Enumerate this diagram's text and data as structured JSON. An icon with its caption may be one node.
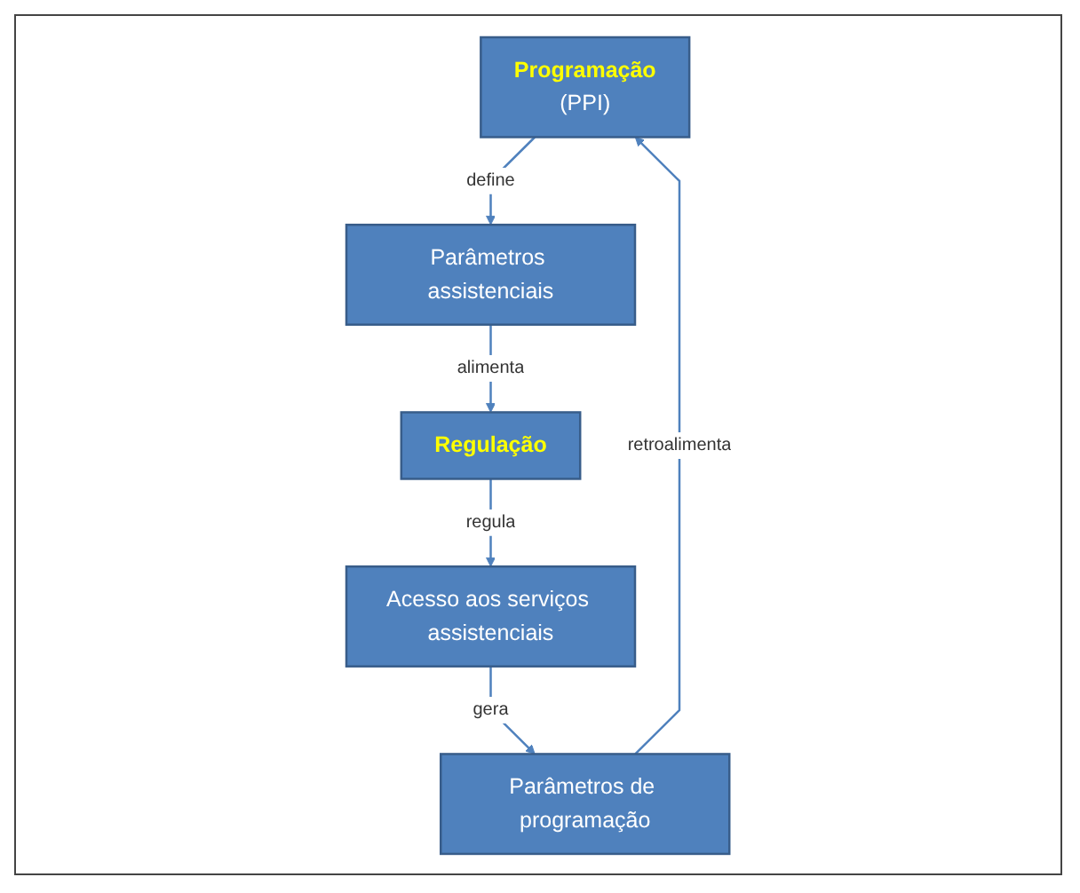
{
  "diagram": {
    "nodes": [
      {
        "text": [
          "Programação",
          "(PPI)"
        ]
      },
      {
        "text": [
          "Parâmetros assistenciais"
        ]
      },
      {
        "text": [
          "Regulação"
        ]
      },
      {
        "text": [
          "Acesso aos serviços assistenciais"
        ]
      },
      {
        "text": [
          "Parâmetros de programação"
        ]
      }
    ],
    "edges": [
      {
        "from": 0,
        "to": 1,
        "arrow": "to",
        "label": "define"
      },
      {
        "from": 1,
        "to": 2,
        "arrow": "to",
        "label": "alimenta"
      },
      {
        "from": 2,
        "to": 3,
        "arrow": "to",
        "label": "regula"
      },
      {
        "from": 3,
        "to": 4,
        "arrow": "to",
        "label": "gera"
      },
      {
        "from": 4,
        "to": 0,
        "arrow": "to",
        "label": "retroalimenta"
      }
    ]
  }
}
